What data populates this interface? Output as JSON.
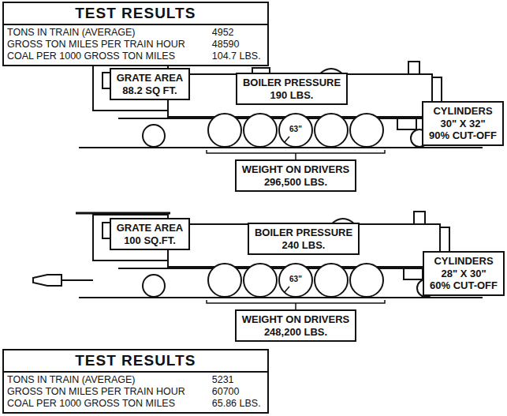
{
  "diagram": {
    "nodes": [
      {
        "text": [
          "TEST RESULTS",
          "TONS IN TRAIN (AVERAGE)",
          "4952",
          "GROSS TON MILES PER TRAIN HOUR",
          "48590",
          "COAL PER 1000 GROSS TON MILES",
          "104.7 LBS."
        ]
      },
      {
        "text": [
          "GRATE AREA",
          "88.2 SQ FT."
        ]
      },
      {
        "text": [
          "BOILER PRESSURE",
          "190 LBS."
        ]
      },
      {
        "text": [
          "CYLINDERS",
          "30\" X 32\"",
          "90% CUT-OFF"
        ]
      },
      {
        "text": [
          "WEIGHT ON DRIVERS",
          "296,500 LBS."
        ]
      },
      {
        "text": [
          "GRATE AREA",
          "100 SQ.FT."
        ]
      },
      {
        "text": [
          "BOILER PRESSURE",
          "240 LBS."
        ]
      },
      {
        "text": [
          "CYLINDERS",
          "28\" X 30\"",
          "60% CUT-OFF"
        ]
      },
      {
        "text": [
          "WEIGHT ON DRIVERS",
          "248,200 LBS."
        ]
      },
      {
        "text": [
          "TEST RESULTS",
          "TONS IN TRAIN (AVERAGE)",
          "5231",
          "GROSS TON MILES PER TRAIN HOUR",
          "60700",
          "COAL PER 1000 GROSS TON MILES",
          "65.86 LBS."
        ]
      }
    ],
    "labels": [
      "63\"",
      "63\""
    ]
  }
}
